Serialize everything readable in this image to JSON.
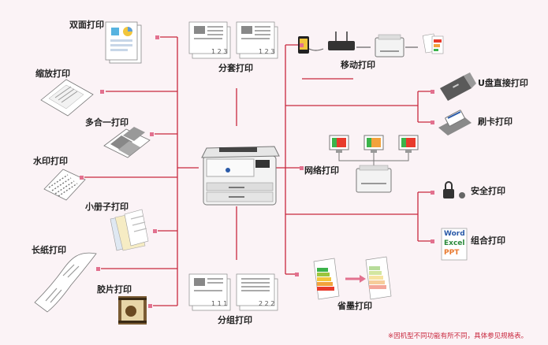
{
  "features": {
    "duplex": "双面打印",
    "zoom": "缩放打印",
    "nup": "多合一打印",
    "watermark": "水印打印",
    "booklet": "小册子打印",
    "long_paper": "长纸打印",
    "film": "胶片打印",
    "collate": "分套打印",
    "group": "分组打印",
    "mobile": "移动打印",
    "usb": "U盘直接打印",
    "card": "刷卡打印",
    "network": "网络打印",
    "secure": "安全打印",
    "combo": "组合打印",
    "toner_save": "省墨打印"
  },
  "office": {
    "word": "Word",
    "excel": "Excel",
    "ppt": "PPT"
  },
  "page_numbers": {
    "collate_a": "1 2 3",
    "collate_b": "1 2 3",
    "group_a": "1 1 1",
    "group_b": "2 2 2"
  },
  "footnote": "※因机型不同功能有所不同，具体参见规格表。",
  "colors": {
    "line": "#c8283e",
    "marker": "#e2718f",
    "background": "#fbf3f6"
  }
}
